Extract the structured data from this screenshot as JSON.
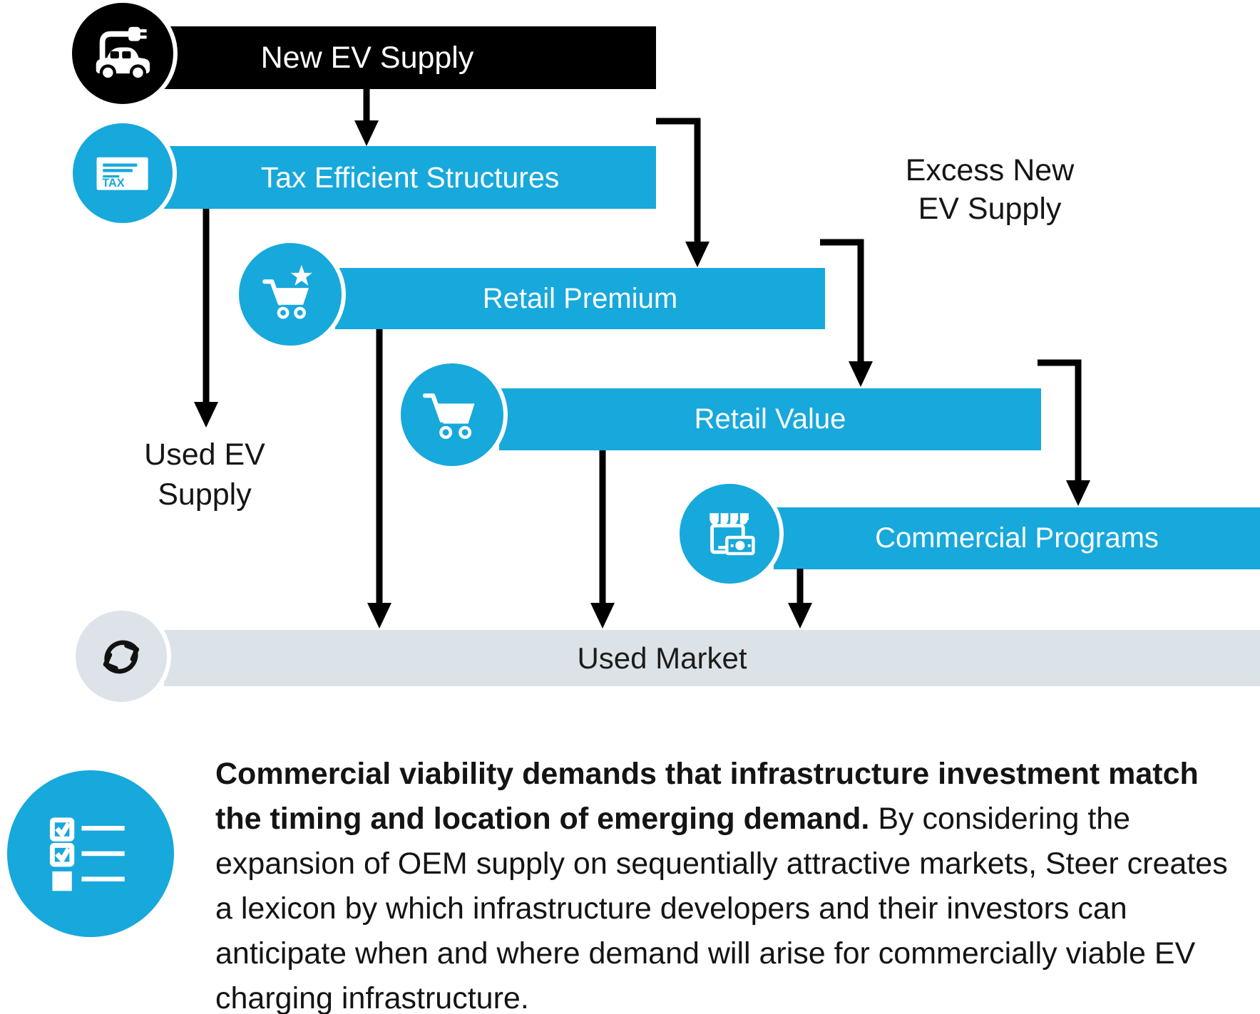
{
  "colors": {
    "accent_blue": "#17A8DC",
    "black": "#000000",
    "gray_bar": "#DCE3E8",
    "gray_circle": "#DDE3E9",
    "white": "#FFFFFF",
    "text_dark": "#141414"
  },
  "flow": {
    "bars": [
      {
        "id": "new-ev-supply",
        "label": "New EV Supply",
        "icon": "ev-car-plug-icon"
      },
      {
        "id": "tax-efficient-structures",
        "label": "Tax Efficient Structures",
        "icon": "tax-document-icon",
        "icon_text": "TAX"
      },
      {
        "id": "retail-premium",
        "label": "Retail Premium",
        "icon": "cart-star-icon"
      },
      {
        "id": "retail-value",
        "label": "Retail Value",
        "icon": "cart-icon"
      },
      {
        "id": "commercial-programs",
        "label": "Commercial Programs",
        "icon": "storefront-payment-icon"
      },
      {
        "id": "used-market",
        "label": "Used Market",
        "icon": "refresh-cycle-icon"
      }
    ],
    "annotations": {
      "excess_line1": "Excess New",
      "excess_line2": "EV Supply",
      "used_line1": "Used EV",
      "used_line2": "Supply"
    }
  },
  "caption": {
    "bold": "Commercial viability demands that infrastructure investment match the timing and location of emerging demand.",
    "rest": "  By considering the expansion of OEM supply on sequentially attractive markets, Steer creates a lexicon by which infrastructure developers and their investors can anticipate when and where demand will arise for commercially viable EV charging infrastructure."
  }
}
